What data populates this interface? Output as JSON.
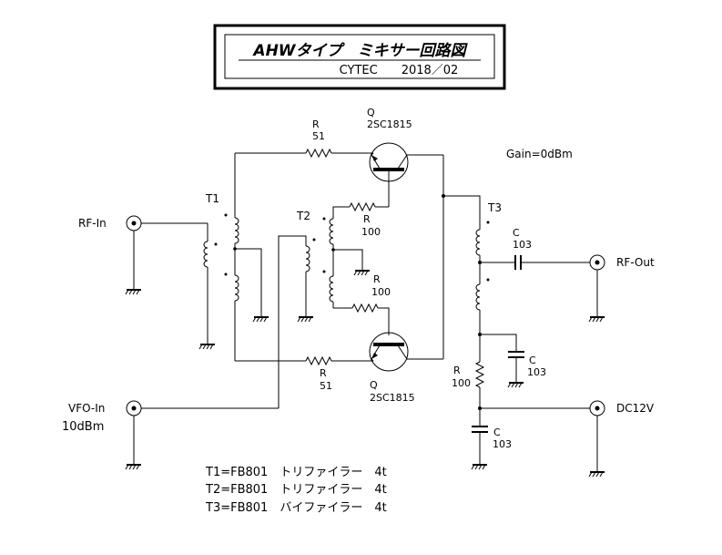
{
  "title": {
    "main": "AHWタイプ　ミキサー回路図",
    "sub": "CYTEC　　2018／02"
  },
  "gain_note": "Gain=0dBm",
  "ports": {
    "rf_in": "RF-In",
    "vfo_in": "VFO-In",
    "vfo_level": "10dBm",
    "rf_out": "RF-Out",
    "dc": "DC12V"
  },
  "components": {
    "q1": {
      "ref": "Q",
      "part": "2SC1815"
    },
    "q2": {
      "ref": "Q",
      "part": "2SC1815"
    },
    "r_top": {
      "ref": "R",
      "value": "51"
    },
    "r_bottom": {
      "ref": "R",
      "value": "51"
    },
    "r_base_top": {
      "ref": "R",
      "value": "100"
    },
    "r_base_bottom": {
      "ref": "R",
      "value": "100"
    },
    "r_supply": {
      "ref": "R",
      "value": "100"
    },
    "c_out": {
      "ref": "C",
      "value": "103"
    },
    "c_bypass": {
      "ref": "C",
      "value": "103"
    },
    "c_dc": {
      "ref": "C",
      "value": "103"
    },
    "t1": "T1",
    "t2": "T2",
    "t3": "T3"
  },
  "notes": [
    "T1=FB801　トリファイラー　4t",
    "T2=FB801　トリファイラー　4t",
    "T3=FB801　バイファイラー　4t"
  ]
}
